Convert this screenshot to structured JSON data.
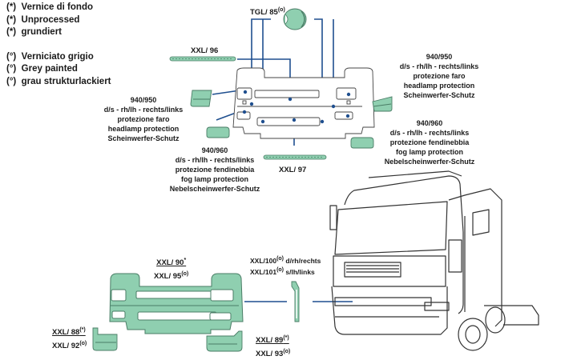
{
  "legend": {
    "primer": [
      {
        "mark": "(*)",
        "text": "Vernice di fondo"
      },
      {
        "mark": "(*)",
        "text": "Unprocessed"
      },
      {
        "mark": "(*)",
        "text": "grundiert"
      }
    ],
    "grey": [
      {
        "mark": "(°)",
        "text": "Verniciato grigio"
      },
      {
        "mark": "(°)",
        "text": "Grey painted"
      },
      {
        "mark": "(°)",
        "text": "grau strukturlackiert"
      }
    ]
  },
  "parts": {
    "tgl85": {
      "code": "TGL/ 85",
      "sup": "(o)"
    },
    "xxl96": {
      "code": "XXL/ 96"
    },
    "xxl97": {
      "code": "XXL/ 97"
    },
    "headlamp_right": {
      "lines": [
        "940/950",
        "d/s - rh/lh - rechts/links",
        "protezione faro",
        "headlamp protection",
        "Scheinwerfer-Schutz"
      ]
    },
    "headlamp_left": {
      "lines": [
        "940/950",
        "d/s - rh/lh - rechts/links",
        "protezione faro",
        "headlamp protection",
        "Scheinwerfer-Schutz"
      ]
    },
    "foglamp_right": {
      "lines": [
        "940/960",
        "d/s - rh/lh - rechts/links",
        "protezione fendinebbia",
        "fog lamp protection",
        "Nebelscheinwerfer-Schutz"
      ]
    },
    "foglamp_left": {
      "lines": [
        "940/960",
        "d/s - rh/lh - rechts/links",
        "protezione fendinebbia",
        "fog lamp protection",
        "Nebelscheinwerfer-Schutz"
      ]
    },
    "bumper": {
      "code1": "XXL/ 90",
      "sup1": "*",
      "code2": "XXL/ 95",
      "sup2": "(o)"
    },
    "side_bracket": {
      "code1": "XXL/100",
      "sup1": "(o)",
      "suffix1": "d/rh/rechts",
      "code2": "XXL/101",
      "sup2": "(o)",
      "suffix2": "s/lh/links"
    },
    "corner_left": {
      "code1": "XXL/ 88",
      "sup1": "(*)",
      "code2": "XXL/ 92",
      "sup2": "(o)"
    },
    "corner_right": {
      "code1": "XXL/ 89",
      "sup1": "(*)",
      "code2": "XXL/ 93",
      "sup2": "(o)"
    }
  },
  "colors": {
    "part_fill": "#8fcfb0",
    "part_stroke": "#4a7d66",
    "leader_line": "#1f4f8f",
    "drawing_line": "#333333"
  }
}
